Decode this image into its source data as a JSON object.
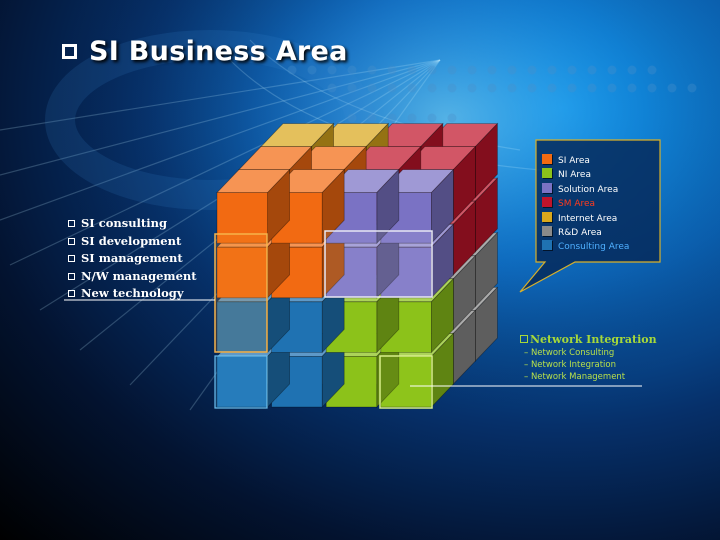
{
  "title": "SI Business Area",
  "si_items": [
    "SI consulting",
    "SI development",
    "SI management",
    "N/W management",
    "New technology"
  ],
  "legend": [
    {
      "label": "SI Area",
      "color": "#f26a12",
      "text_color": "#ffffff"
    },
    {
      "label": "NI Area",
      "color": "#8cc21a",
      "text_color": "#ffffff"
    },
    {
      "label": "Solution Area",
      "color": "#7a72c4",
      "text_color": "#ffffff"
    },
    {
      "label": "SM Area",
      "color": "#c0142a",
      "text_color": "#ff3b1e"
    },
    {
      "label": "Internet Area",
      "color": "#d9a81c",
      "text_color": "#ffffff"
    },
    {
      "label": "R&D Area",
      "color": "#8a8a8a",
      "text_color": "#ffffff"
    },
    {
      "label": "Consulting Area",
      "color": "#1f72b2",
      "text_color": "#4fb0ff"
    }
  ],
  "ni": {
    "title": "Network Integration",
    "items": [
      "Network Consulting",
      "Network Integration",
      "Network Management"
    ]
  }
}
